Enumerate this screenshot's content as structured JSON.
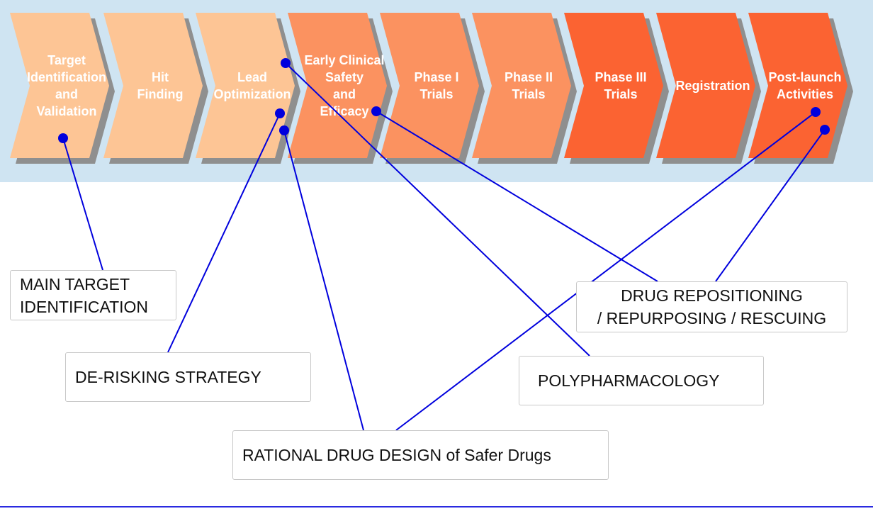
{
  "colors": {
    "band_background": "#cfe4f2",
    "early_stage": "#fdc595",
    "mid_stage": "#fb9260",
    "late_stage": "#fb6332",
    "connector": "#0000dd"
  },
  "stages": [
    {
      "lines": [
        "Target",
        "Identification",
        "and",
        "Validation"
      ],
      "color": "#fdc595"
    },
    {
      "lines": [
        "Hit",
        "Finding"
      ],
      "color": "#fdc595"
    },
    {
      "lines": [
        "Lead",
        "Optimization"
      ],
      "color": "#fdc595"
    },
    {
      "lines": [
        "Early Clinical",
        "Safety",
        "and",
        "Efficacy"
      ],
      "color": "#fb9260"
    },
    {
      "lines": [
        "Phase I",
        "Trials"
      ],
      "color": "#fb9260"
    },
    {
      "lines": [
        "Phase II",
        "Trials"
      ],
      "color": "#fb9260"
    },
    {
      "lines": [
        "Phase III",
        "Trials"
      ],
      "color": "#fb6332"
    },
    {
      "lines": [
        "Registration"
      ],
      "color": "#fb6332"
    },
    {
      "lines": [
        "Post-launch",
        "Activities"
      ],
      "color": "#fb6332"
    }
  ],
  "strategies": {
    "main_target": {
      "line1": "MAIN TARGET",
      "line2": "IDENTIFICATION"
    },
    "de_risking": "DE-RISKING STRATEGY",
    "rational_design": "RATIONAL DRUG DESIGN of Safer Drugs",
    "polypharmacology": "POLYPHARMACOLOGY",
    "repositioning": {
      "line1": "DRUG REPOSITIONING",
      "line2": "/ REPURPOSING / RESCUING"
    }
  },
  "connections": [
    {
      "from_stage": "Target Identification and Validation",
      "to": "MAIN TARGET IDENTIFICATION"
    },
    {
      "from_stage": "Lead Optimization",
      "to": "DE-RISKING STRATEGY"
    },
    {
      "from_stage": "Lead Optimization",
      "to": "RATIONAL DRUG DESIGN of Safer Drugs"
    },
    {
      "from_stage": "Lead Optimization",
      "to": "POLYPHARMACOLOGY"
    },
    {
      "from_stage": "Early Clinical Safety and Efficacy",
      "to": "DRUG REPOSITIONING / REPURPOSING / RESCUING"
    },
    {
      "from_stage": "Post-launch Activities",
      "to": "RATIONAL DRUG DESIGN of Safer Drugs"
    },
    {
      "from_stage": "Post-launch Activities",
      "to": "DRUG REPOSITIONING / REPURPOSING / RESCUING"
    }
  ]
}
